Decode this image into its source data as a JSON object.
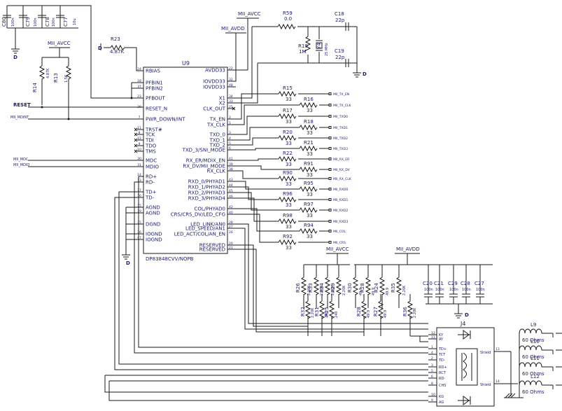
{
  "ic": {
    "ref": "U9",
    "part": "DP83848CVV/NOPB",
    "left_pins": [
      {
        "name": "RBIAS",
        "num": "24"
      },
      {
        "name": "PFBIN1",
        "num": "18"
      },
      {
        "name": "PFBIN2",
        "num": "37"
      },
      {
        "name": "PFBOUT",
        "num": "23"
      },
      {
        "name": "RESET_N",
        "num": "29"
      },
      {
        "name": "PWR_DOWN/INT",
        "num": "7"
      },
      {
        "name": "TRST#",
        "num": "11"
      },
      {
        "name": "TCK",
        "num": "8"
      },
      {
        "name": "TDI",
        "num": "12"
      },
      {
        "name": "TDO",
        "num": "9"
      },
      {
        "name": "TMS",
        "num": "10"
      },
      {
        "name": "MDC",
        "num": "30"
      },
      {
        "name": "MDIO",
        "num": "31"
      },
      {
        "name": "RD+",
        "num": "14"
      },
      {
        "name": "RD-",
        "num": "13"
      },
      {
        "name": "TD+",
        "num": "17"
      },
      {
        "name": "TD-",
        "num": "16"
      },
      {
        "name": "AGND",
        "num": "15"
      },
      {
        "name": "AGND",
        "num": "19"
      },
      {
        "name": "DGND",
        "num": "35"
      },
      {
        "name": "IOGND",
        "num": "36"
      },
      {
        "name": "IOGND",
        "num": "47"
      }
    ],
    "right_pins": [
      {
        "name": "AVDD33",
        "num": "22"
      },
      {
        "name": "IOVDD33",
        "num": "32"
      },
      {
        "name": "IOVDD33",
        "num": "48"
      },
      {
        "name": "X1",
        "num": "34"
      },
      {
        "name": "X2",
        "num": "33"
      },
      {
        "name": "CLK_OUT",
        "num": "25"
      },
      {
        "name": "TX_EN",
        "num": "2"
      },
      {
        "name": "TX_CLK",
        "num": "1"
      },
      {
        "name": "TXD_0",
        "num": "3"
      },
      {
        "name": "TXD_1",
        "num": "4"
      },
      {
        "name": "TXD_2",
        "num": "5"
      },
      {
        "name": "TXD_3/SNI_MODE",
        "num": "6"
      },
      {
        "name": "RX_ER/MDIX_EN",
        "num": "41"
      },
      {
        "name": "RX_DV/MII_MODE",
        "num": "39"
      },
      {
        "name": "RX_CLK",
        "num": "38"
      },
      {
        "name": "RXD_0/PHYAD1",
        "num": "43"
      },
      {
        "name": "RXD_1/PHYAD2",
        "num": "44"
      },
      {
        "name": "RXD_2/PHYAD3",
        "num": "45"
      },
      {
        "name": "RXD_3/PHYAD4",
        "num": "46"
      },
      {
        "name": "COL/PHYAD0",
        "num": "42"
      },
      {
        "name": "CRS/CRS_DV/LED_CFG",
        "num": "40"
      },
      {
        "name": "LED_LINK/AN0",
        "num": "28"
      },
      {
        "name": "LED_SPEED/AN1",
        "num": "27"
      },
      {
        "name": "LED_ACT/COL/AN_EN",
        "num": "26"
      },
      {
        "name": "RESERVED",
        "num": "20"
      },
      {
        "name": "RESERVED",
        "num": "21"
      }
    ]
  },
  "supplies": {
    "mii_avcc": "MII_AVCC",
    "mii_avdd": "MII_AVDD",
    "ground": "D"
  },
  "top_caps": [
    {
      "ref": "C80",
      "value": "100n"
    },
    {
      "ref": "C79",
      "value": "100n"
    },
    {
      "ref": "C78",
      "value": "100n"
    },
    {
      "ref": "C77",
      "value": "10u"
    }
  ],
  "misc_parts": {
    "r23": {
      "ref": "R23",
      "value": "4.87K"
    },
    "r14": {
      "ref": "R14",
      "value": "4.87K"
    },
    "r13": {
      "ref": "R13",
      "value": "1.5K"
    },
    "r59": {
      "ref": "R59",
      "value": "0.0"
    },
    "r19": {
      "ref": "R19",
      "value": "1M"
    },
    "c18": {
      "ref": "C18",
      "value": "22p"
    },
    "c19": {
      "ref": "C19",
      "value": "22p"
    },
    "y4": {
      "ref": "Y4",
      "value": "25 MHz"
    }
  },
  "left_signals": {
    "reset": "RESET",
    "mii_mdint": "MII_MDINT",
    "mii_mdc": "MII_MDC",
    "mii_mdio": "MII_MDIO"
  },
  "series_resistors": [
    {
      "ref": "R15",
      "value": "33",
      "net": "MII_TX_EN"
    },
    {
      "ref": "R16",
      "value": "33",
      "net": "MII_TX_CLK"
    },
    {
      "ref": "R17",
      "value": "33",
      "net": "MII_TXD0"
    },
    {
      "ref": "R18",
      "value": "33",
      "net": "MII_TXD1"
    },
    {
      "ref": "R20",
      "value": "33",
      "net": "MII_TXD2"
    },
    {
      "ref": "R21",
      "value": "33",
      "net": "MII_TXD3"
    },
    {
      "ref": "R22",
      "value": "33",
      "net": "MII_RX_ER"
    },
    {
      "ref": "R91",
      "value": "33",
      "net": "MII_RX_DV"
    },
    {
      "ref": "R90",
      "value": "33",
      "net": "MII_RX_CLK"
    },
    {
      "ref": "R95",
      "value": "33",
      "net": "MII_RXD0"
    },
    {
      "ref": "R96",
      "value": "33",
      "net": "MII_RXD1"
    },
    {
      "ref": "R97",
      "value": "33",
      "net": "MII_RXD2"
    },
    {
      "ref": "R98",
      "value": "33",
      "net": "MII_RXD3"
    },
    {
      "ref": "R94",
      "value": "33",
      "net": "MII_COL"
    },
    {
      "ref": "R92",
      "value": "33",
      "net": "MII_CRS"
    }
  ],
  "bottom_resistors": {
    "top_row": [
      {
        "ref": "R26",
        "value": "2.20K"
      },
      {
        "ref": "R33",
        "value": "2.20K"
      },
      {
        "ref": "R34",
        "value": "2.20K"
      },
      {
        "ref": "R29",
        "value": "2.20K"
      },
      {
        "ref": "R30",
        "value": "49.9"
      },
      {
        "ref": "R28",
        "value": "49.9"
      },
      {
        "ref": "R24",
        "value": "49.9"
      },
      {
        "ref": "R35",
        "value": "2.20K"
      }
    ],
    "bottom_row": [
      {
        "ref": "R32",
        "value": "2.20K"
      },
      {
        "ref": "R31",
        "value": "240"
      },
      {
        "ref": "R25",
        "value": "240"
      },
      {
        "ref": "R28",
        "value": "49.9"
      },
      {
        "ref": "R27",
        "value": "49.9"
      },
      {
        "ref": "R36",
        "value": "2.20K"
      }
    ]
  },
  "bottom_caps": [
    {
      "ref": "C20",
      "value": "100n"
    },
    {
      "ref": "C21",
      "value": "100n"
    },
    {
      "ref": "C29",
      "value": "100n"
    },
    {
      "ref": "C28",
      "value": "100n"
    },
    {
      "ref": "C27",
      "value": "100n"
    }
  ],
  "connector": {
    "ref": "J4",
    "pins": [
      {
        "name": "KY",
        "num": "12"
      },
      {
        "name": "AY",
        "num": "11"
      },
      {
        "name": "TD+",
        "num": "1"
      },
      {
        "name": "TCT",
        "num": "4"
      },
      {
        "name": "TD-",
        "num": "2"
      },
      {
        "name": "RD+",
        "num": "3"
      },
      {
        "name": "RCT",
        "num": "5"
      },
      {
        "name": "RD-",
        "num": "6"
      },
      {
        "name": "CHS",
        "num": "8"
      },
      {
        "name": "KG",
        "num": "10"
      },
      {
        "name": "AG",
        "num": "9"
      }
    ],
    "shield_top": "Shield",
    "shield_bottom": "Shield",
    "shield_top_num": "13",
    "shield_bottom_num": "14"
  },
  "ferrites": [
    {
      "ref": "L9",
      "value": "60 Ohms"
    },
    {
      "ref": "L10",
      "value": "60 Ohms"
    },
    {
      "ref": "L11",
      "value": "60 Ohms"
    },
    {
      "ref": "L12",
      "value": "60 Ohms"
    }
  ]
}
